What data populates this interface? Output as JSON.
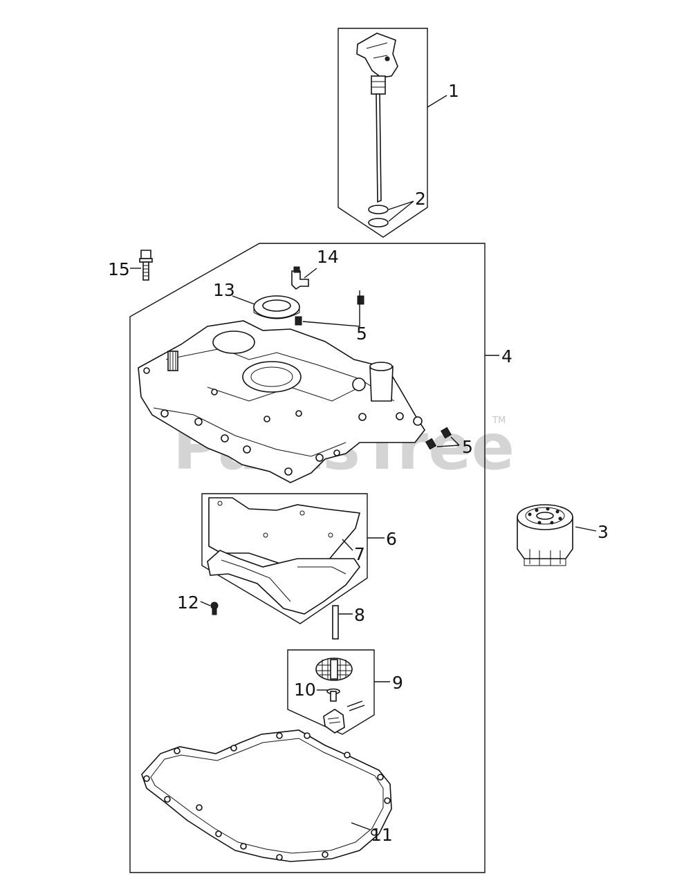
{
  "watermark": {
    "text": "PartsTree",
    "trademark": "TM"
  },
  "callouts": {
    "c1": "1",
    "c2": "2",
    "c3": "3",
    "c4": "4",
    "c5a": "5",
    "c5b": "5",
    "c6": "6",
    "c7": "7",
    "c8": "8",
    "c9": "9",
    "c10": "10",
    "c11": "11",
    "c12": "12",
    "c13": "13",
    "c14": "14",
    "c15": "15"
  }
}
